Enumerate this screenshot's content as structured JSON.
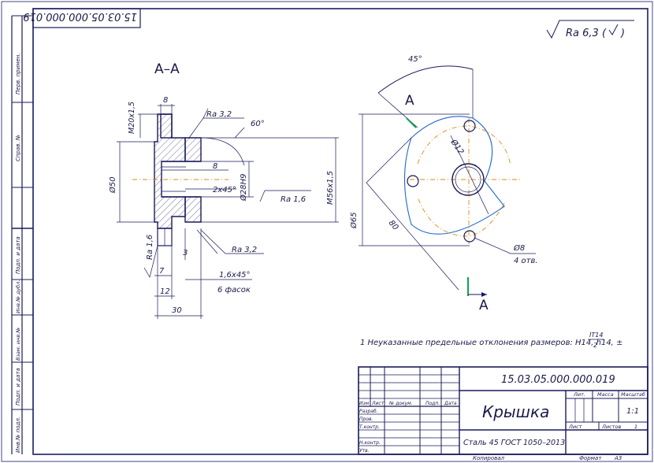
{
  "doc_number_rotated": "15.03.05.000.000.019",
  "roughness": {
    "symbol": "√",
    "text": "Ra 6,3 (",
    "check": "√",
    "close": ")"
  },
  "section_title": "А–А",
  "dims_left": {
    "m20": "M20x1,5",
    "d8_top": "8",
    "ra32_top": "Ra 3,2",
    "angle60": "60°",
    "d50": "Ø50",
    "d8_mid": "8",
    "chamfer2": "2x45°",
    "d28": "Ø28H9",
    "m56": "M56x1,5",
    "ra16_right": "Ra 1,6",
    "ra16_left": "Ra 1,6",
    "d3": "3",
    "ra32_bot": "Ra 3,2",
    "d7": "7",
    "chamfer16": "1,6x45°",
    "chamfers6": "6 фасок",
    "d12": "12",
    "d30": "30"
  },
  "dims_right": {
    "angle45": "45°",
    "section_A_top": "А",
    "d12": "Ø12",
    "d65": "Ø65",
    "d80": "80",
    "d8": "Ø8",
    "holes": "4 отв.",
    "section_A_bot": "А"
  },
  "note": "1 Неуказанные предельные отклонения размеров: H14, h14, ±",
  "note_frac_top": "IT14",
  "note_frac_bot": "2",
  "side_labels": [
    "Перв. примен.",
    "Справ. №",
    "Подп. и дата",
    "Инв.№ дубл.",
    "Взам. инв.№",
    "Подп. и дата",
    "Инв.№ подл."
  ],
  "title_block": {
    "doc_number": "15.03.05.000.000.019",
    "name": "Крышка",
    "material": "Сталь 45 ГОСТ 1050–2013",
    "col_headers": [
      "Изм",
      "Лист",
      "№ докум.",
      "Подп.",
      "Дата"
    ],
    "row_labels": [
      "Разраб.",
      "Пров.",
      "Т.контр.",
      "",
      "Н.контр.",
      "Утв."
    ],
    "lit_header": "Лит.",
    "mass_header": "Масса",
    "scale_header": "Масштаб",
    "scale_value": "1:1",
    "sheet_label": "Лист",
    "sheets_label": "Листов",
    "sheets_value": "1",
    "copied": "Копировал",
    "format": "Формат",
    "format_value": "A3"
  }
}
